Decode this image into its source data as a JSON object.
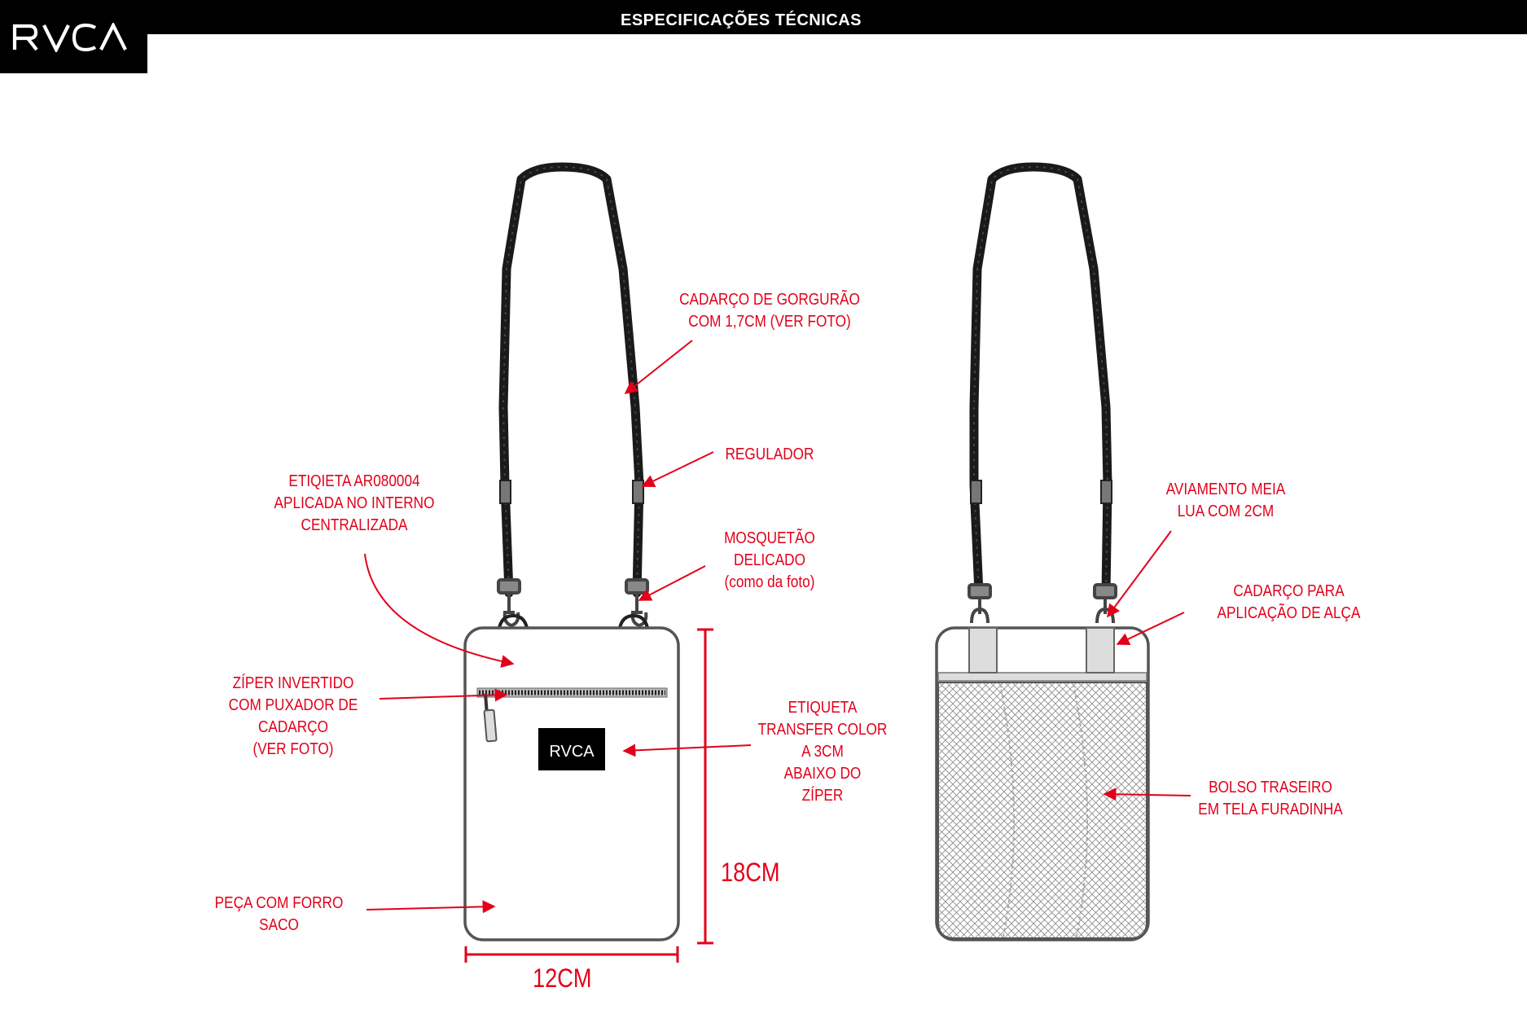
{
  "header": {
    "title": "ESPECIFICAÇÕES TÉCNICAS",
    "logo_text": "RVCA"
  },
  "colors": {
    "annotation": "#e2001a",
    "header_bg": "#000000",
    "outline": "#333333"
  },
  "front_view": {
    "bag_label_text": "RVCA",
    "annotations": {
      "strap": [
        "CADARÇO DE GORGURÃO",
        "COM 1,7CM (VER FOTO)"
      ],
      "regulator": [
        "REGULADOR"
      ],
      "label": [
        "ETIQIETA AR080004",
        "APLICADA NO INTERNO",
        "CENTRALIZADA"
      ],
      "carabiner": [
        "MOSQUETÃO",
        "DELICADO",
        "(como da foto)"
      ],
      "zipper": [
        "ZÍPER INVERTIDO",
        "COM PUXADOR DE",
        "CADARÇO",
        "(VER FOTO)"
      ],
      "transfer": [
        "ETIQUETA",
        "TRANSFER COLOR",
        "A 3CM",
        "ABAIXO DO",
        "ZÍPER"
      ],
      "lining": [
        "PEÇA COM FORRO",
        "SACO"
      ]
    },
    "dimensions": {
      "height_label": "18CM",
      "width_label": "12CM"
    }
  },
  "back_view": {
    "annotations": {
      "half_moon": [
        "AVIAMENTO MEIA",
        "LUA COM 2CM"
      ],
      "tape": [
        "CADARÇO PARA",
        "APLICAÇÃO DE ALÇA"
      ],
      "pocket": [
        "BOLSO TRASEIRO",
        "EM TELA FURADINHA"
      ]
    }
  }
}
